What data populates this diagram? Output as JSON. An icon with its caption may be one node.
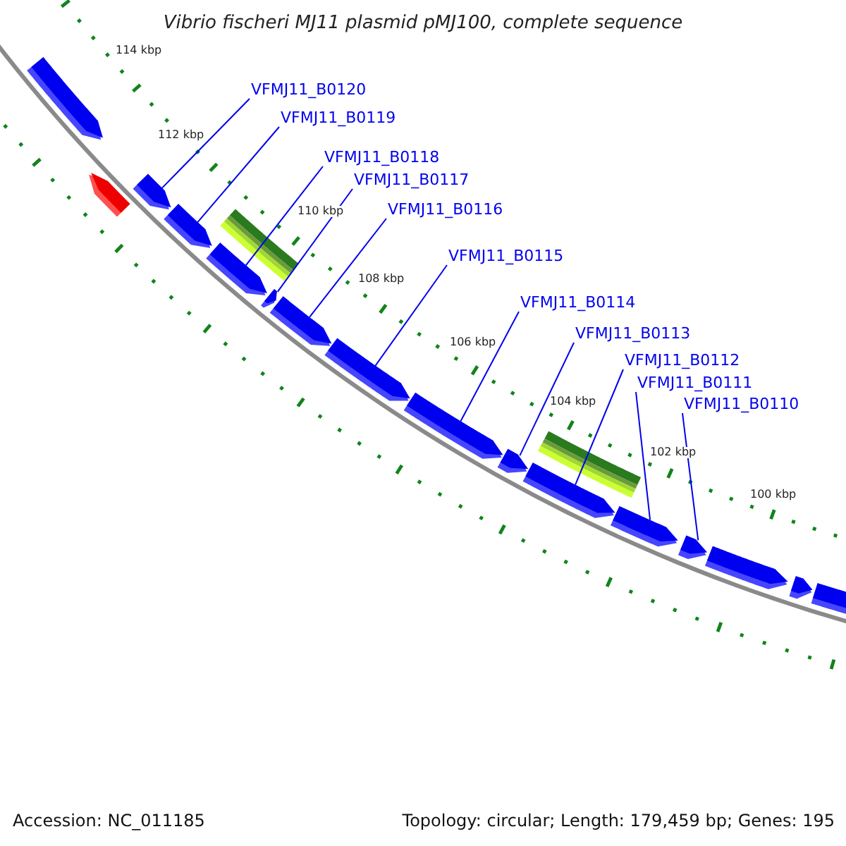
{
  "diagram": {
    "title": "Vibrio fischeri MJ11 plasmid pMJ100, complete sequence",
    "nodes": [
      {
        "text": [
          "VFMJ11_B0120"
        ]
      },
      {
        "text": [
          "VFMJ11_B0119"
        ]
      },
      {
        "text": [
          "VFMJ11_B0118"
        ]
      },
      {
        "text": [
          "VFMJ11_B0117"
        ]
      },
      {
        "text": [
          "VFMJ11_B0116"
        ]
      },
      {
        "text": [
          "VFMJ11_B0115"
        ]
      },
      {
        "text": [
          "VFMJ11_B0114"
        ]
      },
      {
        "text": [
          "VFMJ11_B0113"
        ]
      },
      {
        "text": [
          "VFMJ11_B0112"
        ]
      },
      {
        "text": [
          "VFMJ11_B0111"
        ]
      },
      {
        "text": [
          "VFMJ11_B0110"
        ]
      },
      {
        "text": [],
        "shape": "box"
      },
      {
        "text": [],
        "shape": "box"
      },
      {
        "text": [],
        "shape": "box"
      },
      {
        "text": [],
        "shape": "box"
      },
      {
        "text": [],
        "shape": "box"
      },
      {
        "text": [],
        "shape": "box"
      },
      {
        "text": [],
        "shape": "box"
      },
      {
        "text": [],
        "shape": "box"
      },
      {
        "text": [],
        "shape": "box"
      },
      {
        "text": [],
        "shape": "box"
      },
      {
        "text": [],
        "shape": "box"
      }
    ],
    "edges": [
      {
        "from": 0,
        "to": 11,
        "arrow": "none"
      },
      {
        "from": 1,
        "to": 12,
        "arrow": "none"
      },
      {
        "from": 2,
        "to": 13,
        "arrow": "none"
      },
      {
        "from": 3,
        "to": 14,
        "arrow": "none"
      },
      {
        "from": 4,
        "to": 15,
        "arrow": "none"
      },
      {
        "from": 5,
        "to": 16,
        "arrow": "none"
      },
      {
        "from": 6,
        "to": 17,
        "arrow": "none"
      },
      {
        "from": 7,
        "to": 18,
        "arrow": "none"
      },
      {
        "from": 8,
        "to": 19,
        "arrow": "none"
      },
      {
        "from": 9,
        "to": 20,
        "arrow": "none"
      },
      {
        "from": 10,
        "to": 21,
        "arrow": "none"
      }
    ],
    "labels": [
      "114 kbp",
      "112 kbp",
      "110 kbp",
      "108 kbp",
      "106 kbp",
      "104 kbp",
      "102 kbp",
      "100 kbp",
      "Accession: NC_011185",
      "Topology: circular; Length: 179,459 bp; Genes: 195"
    ]
  }
}
